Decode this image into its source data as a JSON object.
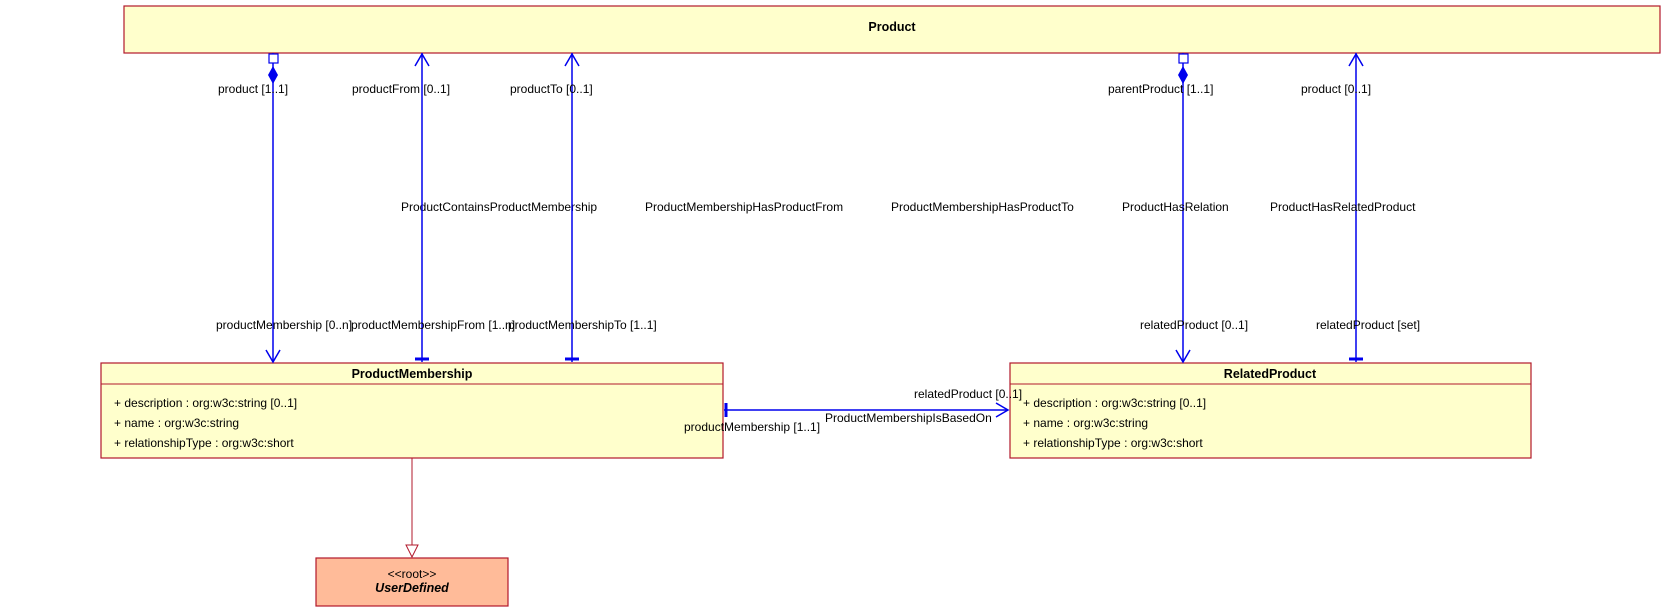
{
  "classes": {
    "product": {
      "name": "Product"
    },
    "product_membership": {
      "name": "ProductMembership",
      "attributes": [
        "+ description : org:w3c:string [0..1]",
        "+ name : org:w3c:string",
        "+ relationshipType : org:w3c:short"
      ]
    },
    "related_product": {
      "name": "RelatedProduct",
      "attributes": [
        "+ description : org:w3c:string [0..1]",
        "+ name : org:w3c:string",
        "+ relationshipType : org:w3c:short"
      ]
    },
    "user_defined": {
      "stereotype": "<<root>>",
      "name": "UserDefined"
    }
  },
  "associations": {
    "contains_membership": {
      "name": "ProductContainsProductMembership",
      "source_role": "product [1..1]",
      "target_role": "productMembership [0..n]"
    },
    "has_product_from": {
      "name": "ProductMembershipHasProductFrom",
      "source_role": "productFrom [0..1]",
      "target_role": "productMembershipFrom [1..n]"
    },
    "has_product_to": {
      "name": "ProductMembershipHasProductTo",
      "source_role": "productTo [0..1]",
      "target_role": "productMembershipTo [1..1]"
    },
    "has_relation": {
      "name": "ProductHasRelation",
      "source_role": "parentProduct [1..1]",
      "target_role": "relatedProduct [0..1]"
    },
    "has_related_product": {
      "name": "ProductHasRelatedProduct",
      "source_role": "product [0..1]",
      "target_role": "relatedProduct [set]"
    },
    "is_based_on": {
      "name": "ProductMembershipIsBasedOn",
      "source_role": "productMembership [1..1]",
      "target_role": "relatedProduct [0..1]"
    }
  },
  "colors": {
    "class_fill": "#ffffcc",
    "class_border": "#b2182b",
    "root_fill": "#ffbb99",
    "association_line": "#0000ee"
  }
}
